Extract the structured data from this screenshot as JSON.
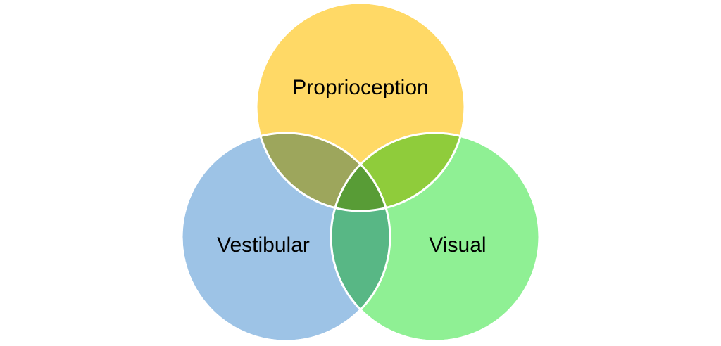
{
  "venn": {
    "sets": [
      {
        "id": "proprioception",
        "label": "Proprioception",
        "color": "#FFD966"
      },
      {
        "id": "vestibular",
        "label": "Vestibular",
        "color": "#9DC3E6"
      },
      {
        "id": "visual",
        "label": "Visual",
        "color": "#8FF094"
      }
    ]
  }
}
